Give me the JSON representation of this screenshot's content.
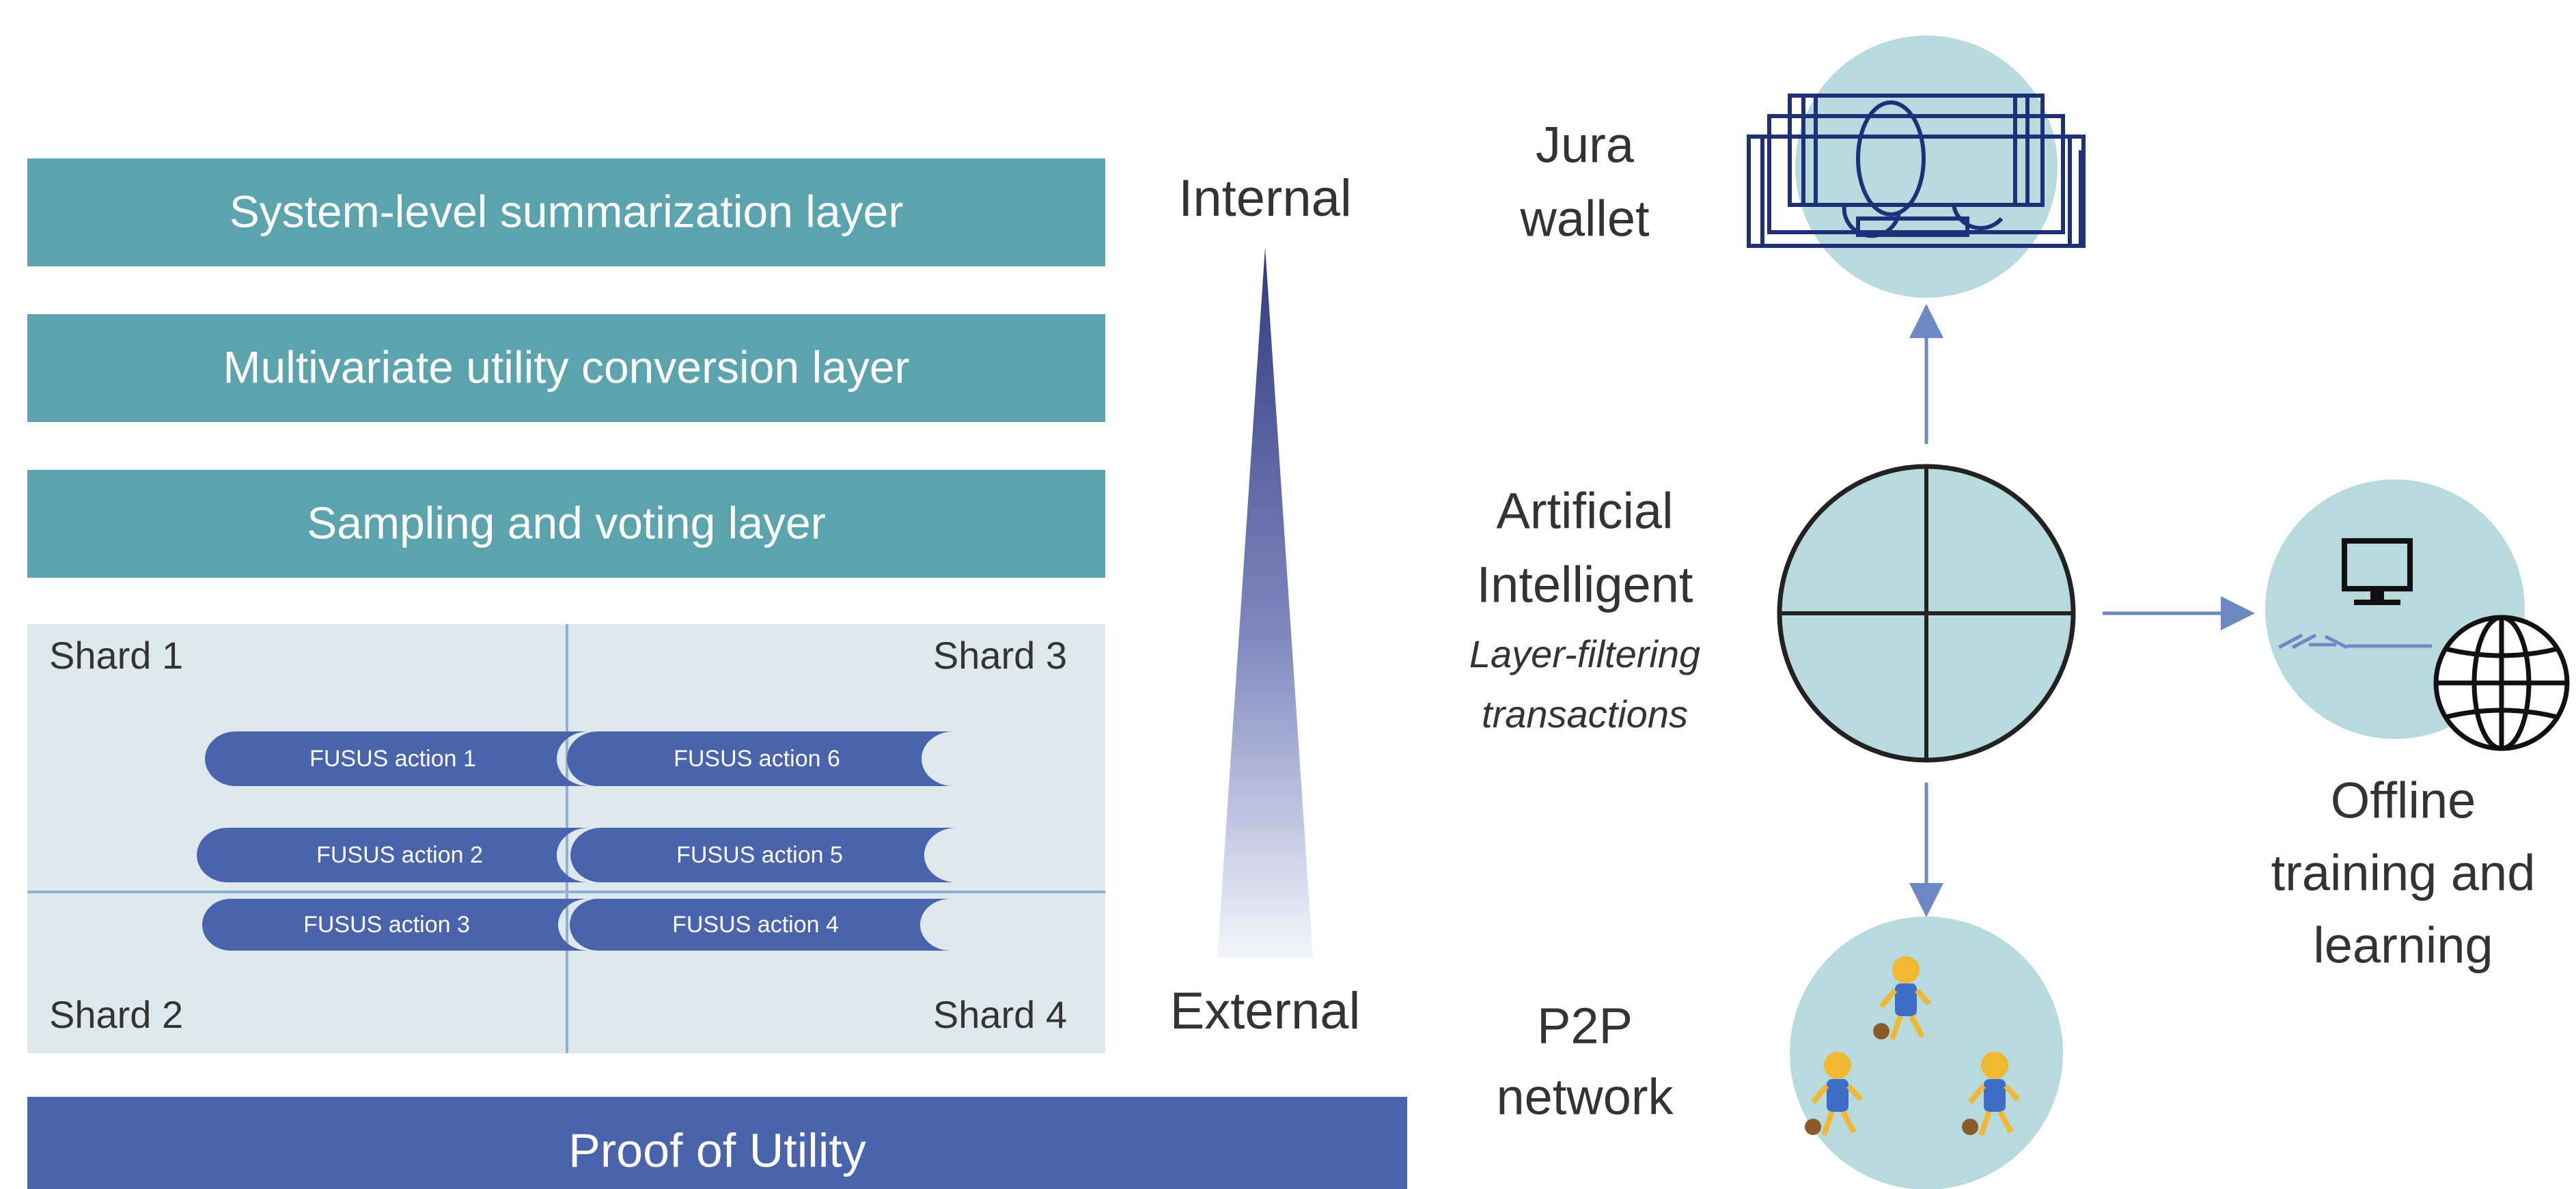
{
  "layers": {
    "summarization": "System-level summarization layer",
    "conversion": "Multivariate utility conversion layer",
    "sampling": "Sampling and voting layer"
  },
  "shards": {
    "shard1": "Shard 1",
    "shard2": "Shard 2",
    "shard3": "Shard 3",
    "shard4": "Shard 4"
  },
  "actions": {
    "a1": "FUSUS action 1",
    "a2": "FUSUS action 2",
    "a3": "FUSUS action 3",
    "a4": "FUSUS action 4",
    "a5": "FUSUS action 5",
    "a6": "FUSUS action 6"
  },
  "gradient_labels": {
    "top": "Internal",
    "bottom": "External"
  },
  "base_layer": "Proof of Utility",
  "right": {
    "wallet_line1": "Jura",
    "wallet_line2": "wallet",
    "ai_line1": "Artificial",
    "ai_line2": "Intelligent",
    "ai_sub1": "Layer-filtering",
    "ai_sub2": "transactions",
    "p2p_line1": "P2P",
    "p2p_line2": "network",
    "offline_line1": "Offline",
    "offline_line2": "training and",
    "offline_line3": "learning"
  },
  "icons": {
    "wallet": "wallet-icon",
    "ai": "crosshair-circle-icon",
    "p2p": "player-figures-icon",
    "offline_monitor": "monitor-icon",
    "offline_globe": "globe-icon"
  },
  "colors": {
    "layer_teal": "#5ba3ad",
    "shard_bg": "#dde9ec",
    "action_blue": "#4a63ad",
    "base_blue": "#4a63ad",
    "circle_fill": "#b9dadd",
    "arrow": "#6e88c4",
    "gradient_top": "#2f3b80",
    "gradient_bottom": "#eef2fa"
  }
}
